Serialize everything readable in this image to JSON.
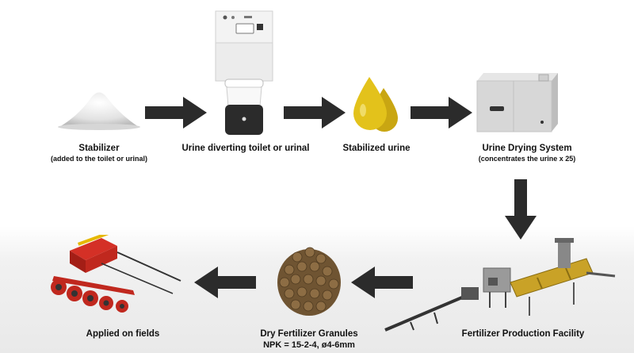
{
  "steps": [
    {
      "title": "Stabilizer",
      "subtitle": "(added to the toilet or urinal)"
    },
    {
      "title": "Urine diverting toilet or urinal"
    },
    {
      "title": "Stabilized urine"
    },
    {
      "title": "Urine Drying System",
      "subtitle": "(concentrates the urine x 25)"
    },
    {
      "title": "Fertilizer Production Facility"
    },
    {
      "title": "Dry Fertilizer Granules",
      "subtitle": "NPK = 15-2-4, ø4-6mm"
    },
    {
      "title": "Applied on fields"
    }
  ],
  "colors": {
    "arrow": "#2b2b2b",
    "urine_drop": "#e3c21b",
    "granule": "#7a5f3a",
    "machine_red": "#c0281e",
    "machine_yellow": "#e6b800",
    "dryer_pipe": "#c9a227"
  },
  "icons": [
    "powder-pile-icon",
    "toilet-icon",
    "urine-drops-icon",
    "drying-unit-icon",
    "production-facility-icon",
    "granules-pile-icon",
    "seed-drill-icon"
  ]
}
